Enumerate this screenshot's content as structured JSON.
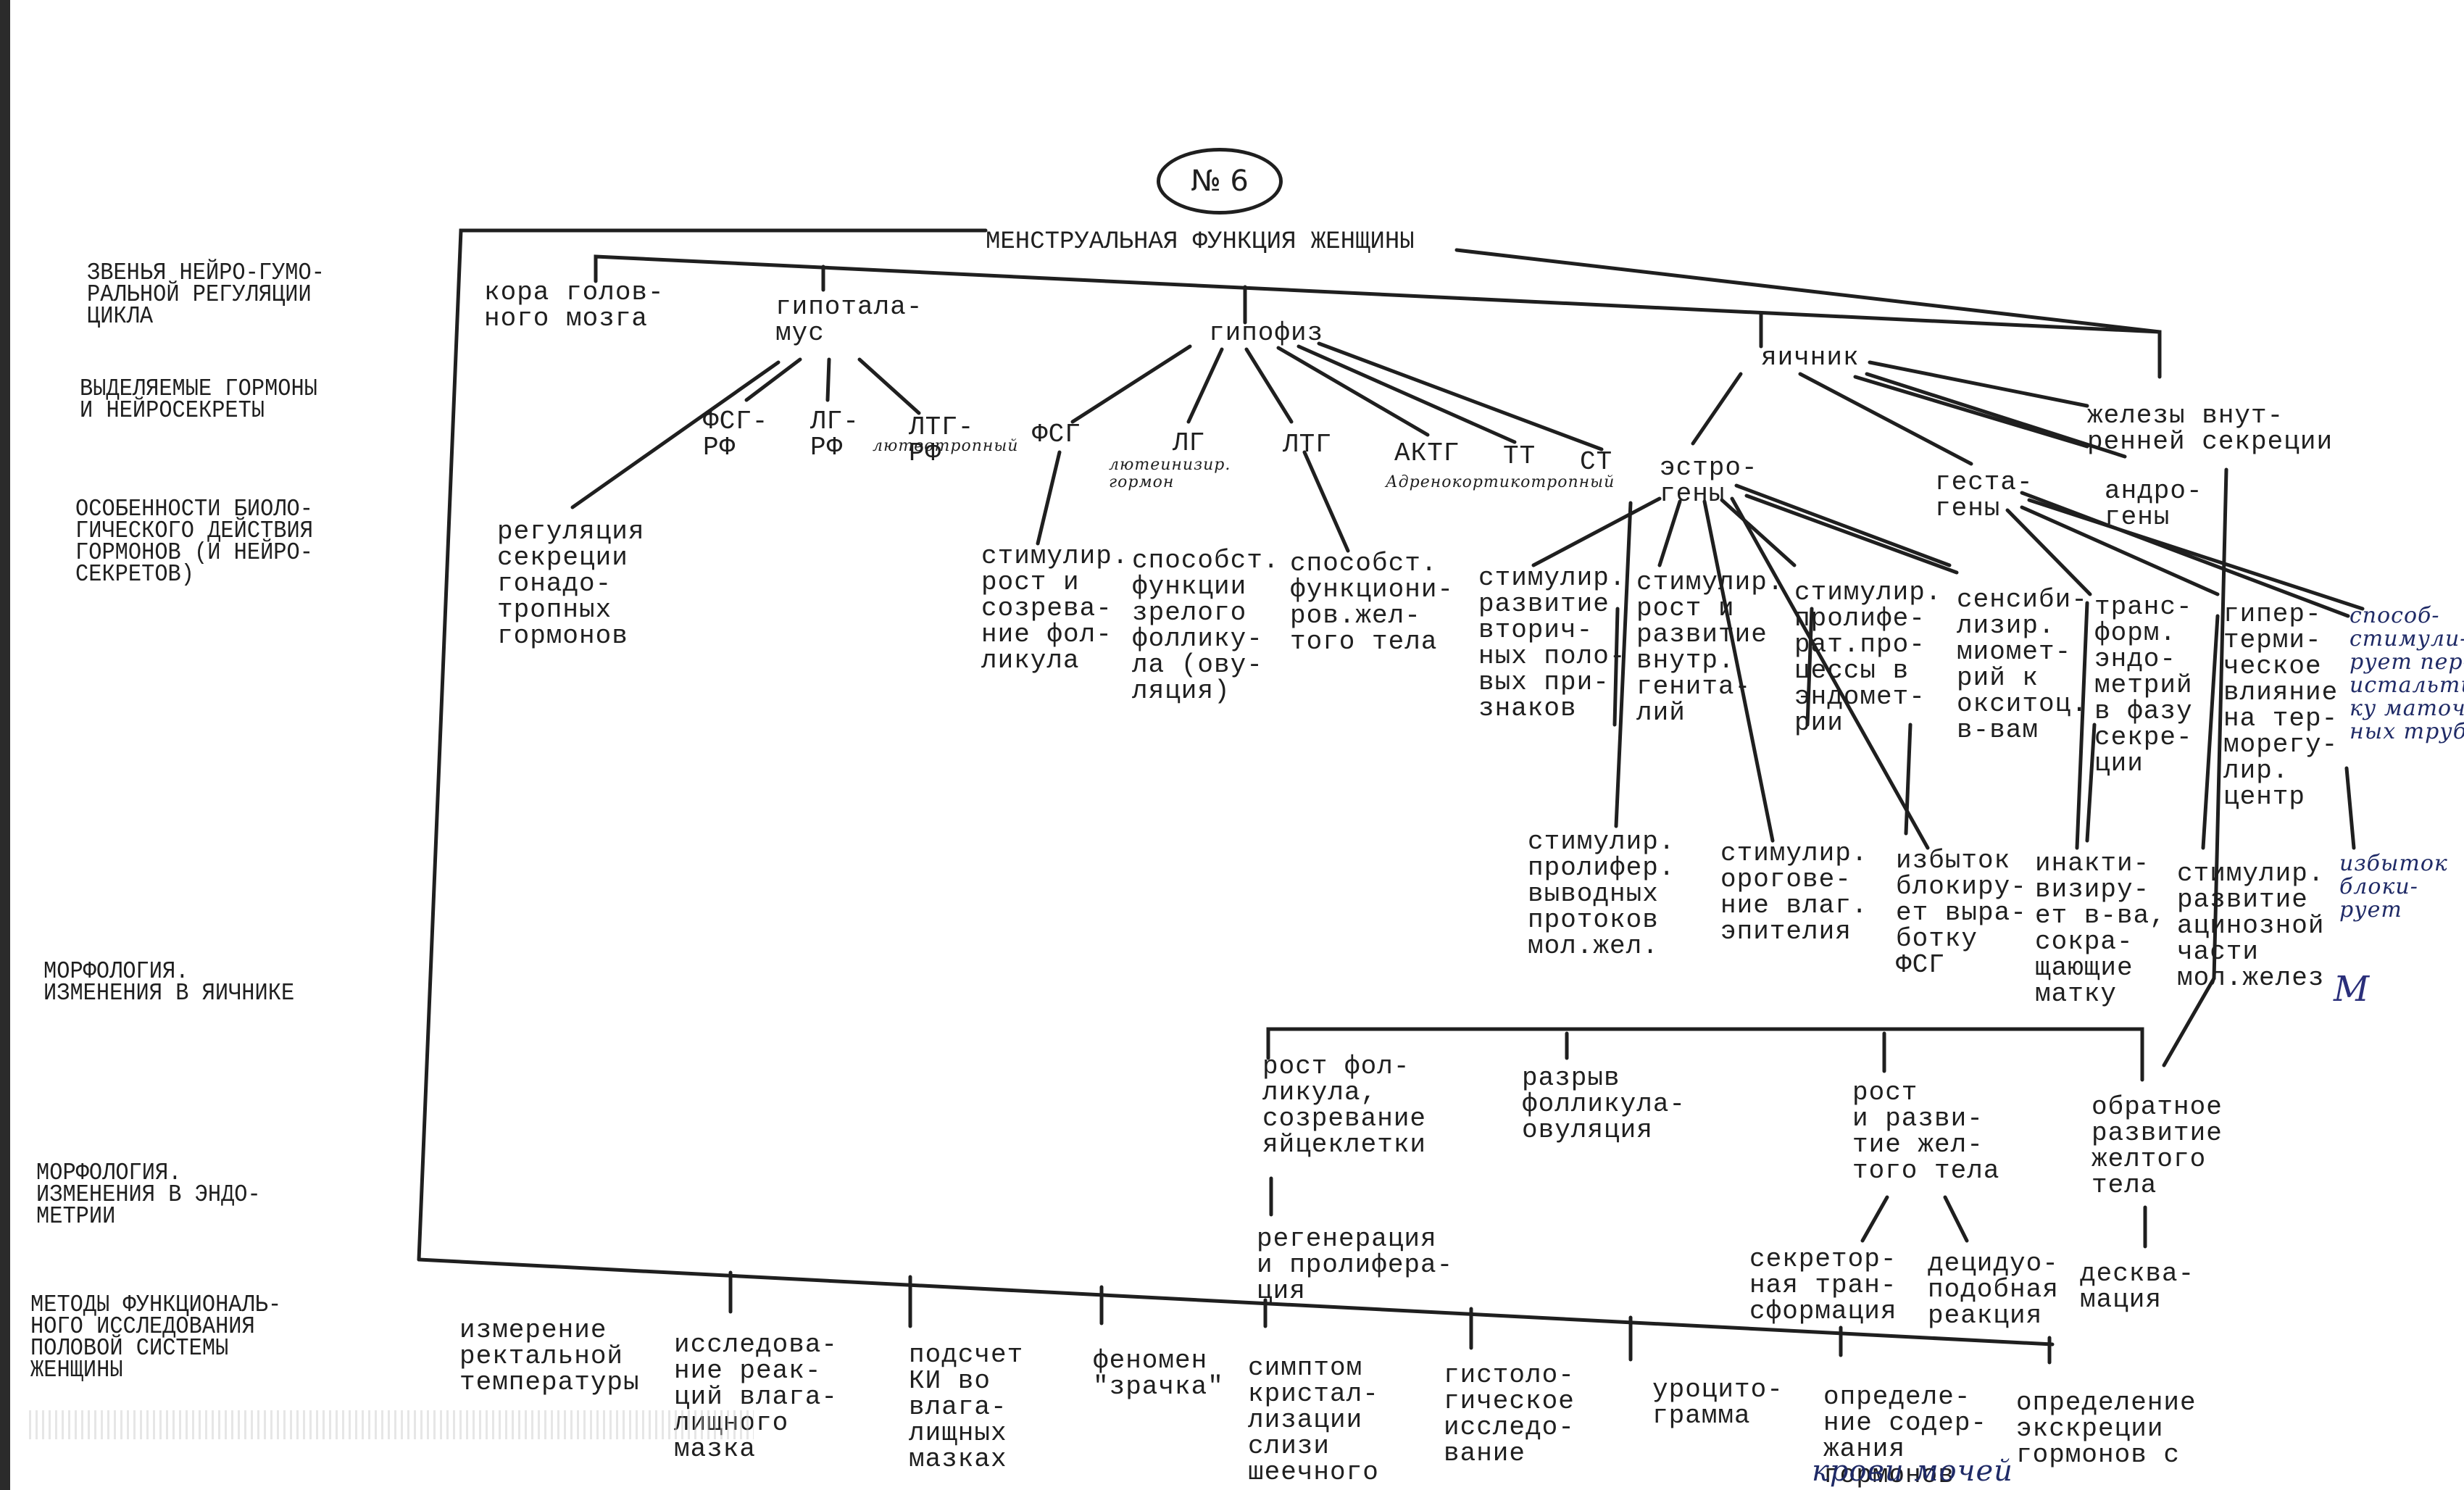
{
  "page_number": "№ 6",
  "title": "МЕНСТРУАЛЬНАЯ ФУНКЦИЯ ЖЕНЩИНЫ",
  "rows": [
    "ЗВЕНЬЯ НЕЙРО-ГУМО-\nРАЛЬНОЙ РЕГУЛЯЦИИ\nЦИКЛА",
    "ВЫДЕЛЯЕМЫЕ ГОРМОНЫ\nИ НЕЙРОСЕКРЕТЫ",
    "ОСОБЕННОСТИ БИОЛО-\nГИЧЕСКОГО ДЕЙСТВИЯ\nГОРМОНОВ (И НЕЙРО-\nСЕКРЕТОВ)",
    "МОРФОЛОГИЯ.\nИЗМЕНЕНИЯ В ЯИЧНИКЕ",
    "МОРФОЛОГИЯ.\nИЗМЕНЕНИЯ В ЭНДО-\nМЕТРИИ",
    "МЕТОДЫ ФУНКЦИОНАЛЬ-\nНОГО ИССЛЕДОВАНИЯ\nПОЛОВОЙ СИСТЕМЫ\nЖЕНЩИНЫ"
  ],
  "organs": {
    "cortex": "кора голов-\nного мозга",
    "hypothalamus": "гипотала-\nмус",
    "pituitary": "гипофиз",
    "ovary": "яичник",
    "endocrine": "железы внут-\nренней секреции"
  },
  "hormones": {
    "fsh_rf": "ФСГ-\nРФ",
    "lh_rf": "ЛГ-\nРФ",
    "ltg_rf": "ЛТГ-\nРФ",
    "fsh": "ФСГ",
    "lh": "ЛГ",
    "ltg": "ЛТГ",
    "acth": "АКТГ",
    "tt": "ТТ",
    "st": "СТ",
    "estrogens": "эстро-\nгены",
    "gestagens": "геста-\nгены",
    "androgens": "андро-\nгены"
  },
  "handwritten_notes": {
    "ltg_rf_note": "лютеотропный",
    "lh_note": "лютеинизир.\nгормон",
    "acth_note": "Адренокортикотропный",
    "right_note_1": "способ-\nстимули-\nрует пер-\nистальти-\nку маточ-\nных труб",
    "right_note_2": "избыток\nблоки-\nрует",
    "signature": "М"
  },
  "actions": {
    "hypothalamus": "регуляция\nсекреции\nгонадо-\nтропных\nгормонов",
    "fsh": "стимулир.\nрост и\nсозрева-\nние фол-\nликула",
    "lh": "способст.\nфункции\nзрелого\nфоллику-\nла (ову-\nляция)",
    "ltg": "способст.\nфункциони-\nров.жел-\nтого тела",
    "estro_1": "стимулир.\nразвитие\nвторич-\nных поло-\nвых при-\nзнаков",
    "estro_2": "стимулир.\nрост и\nразвитие\nвнутр.\nгенита-\nлий",
    "estro_3": "стимулир.\nпролифе-\nрат.про-\nцессы в\nэндомет-\nрии",
    "estro_4": "сенсиби-\nлизир.\nмиомет-\nрий к\nокситоц.\nв-вам",
    "gest_1": "транс-\nформ.\nэндо-\nметрий\nв фазу\nсекре-\nции",
    "gest_2": "гипер-\nтерми-\nческое\nвлияние\nна тер-\nморегу-\nлир.\nцентр",
    "estro_5": "стимулир.\nпролифер.\nвыводных\nпротоков\nмол.жел.",
    "estro_6": "стимулир.\nорогове-\nние влаг.\nэпителия",
    "estro_7": "избыток\nблокиру-\nет выра-\nботку\nФСГ",
    "gest_3": "инакти-\nвизиру-\nет в-ва,\nсокра-\nщающие\nматку",
    "gest_4": "стимулир.\nразвитие\nацинозной\nчасти\nмол.желез"
  },
  "ovary_morphology": [
    "рост фол-\nликула,\nсозревание\nяйцеклетки",
    "разрыв\nфолликула-\nовуляция",
    "рост\nи разви-\nтие жел-\nтого тела",
    "обратное\nразвитие\nжелтого\nтела"
  ],
  "endometrium_morphology": [
    "регенерация\nи пролифера-\nция",
    "секретор-\nная тран-\nсформация",
    "децидуо-\nподобная\nреакция",
    "десква-\nмация"
  ],
  "methods": [
    "измерение\nректальной\nтемпературы",
    "исследова-\nние реак-\nций влага-\nлищного\nмазка",
    "подсчет\nКИ во\nвлага-\nлищных\nмазках",
    "феномен\n\"зрачка\"",
    "симптом\nкристал-\nлизации\nслизи\nшеечного",
    "гистоло-\nгическое\nисследо-\nвание",
    "уроцито-\nграмма",
    "определе-\nние содер-\nжания\nгормонов",
    "определение\nэкскреции\nгормонов с"
  ],
  "methods_note": "крови мочей"
}
